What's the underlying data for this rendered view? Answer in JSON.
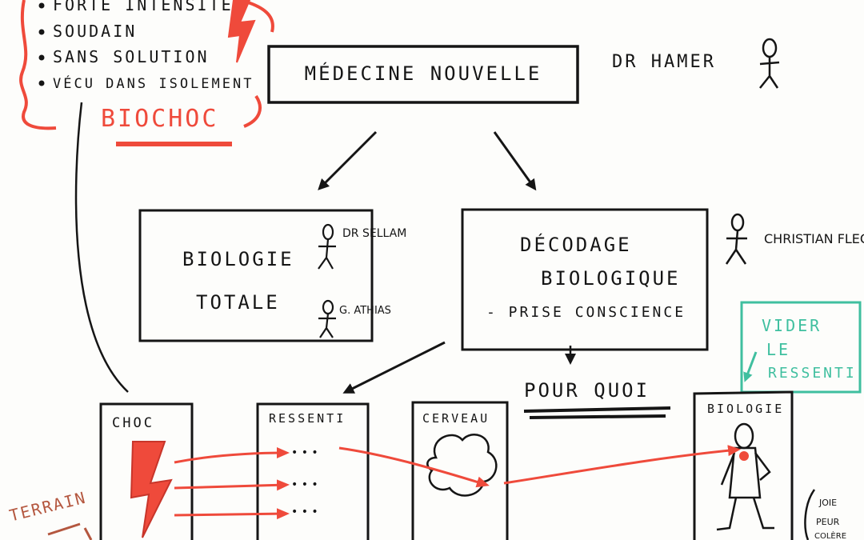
{
  "intro_bullets": [
    "FORTE INTENSITÉ",
    "SOUDAIN",
    "SANS SOLUTION",
    "VÉCU DANS ISOLEMENT"
  ],
  "biochoc_label": "BIOCHOC",
  "top_node": {
    "label": "MÉDECINE NOUVELLE",
    "author": "DR HAMER"
  },
  "left_node": {
    "line1": "BIOLOGIE",
    "line2": "TOTALE",
    "author1": "DR SELLAM",
    "author2": "G. ATHIAS"
  },
  "right_node": {
    "line1": "DÉCODAGE",
    "line2": "BIOLOGIQUE",
    "line3": "- PRISE CONSCIENCE",
    "author": "CHRISTIAN FLECHE"
  },
  "green_note": {
    "line1": "VIDER",
    "line2": "LE",
    "line3": "RESSENTI"
  },
  "why_label": "POUR QUOI",
  "columns": {
    "choc": "CHOC",
    "ressenti": "RESSENTI",
    "cerveau": "CERVEAU",
    "biologie": "BIOLOGIE"
  },
  "ellipsis": "• • •",
  "terrain_label": "TERRAIN",
  "emotions": [
    "JOIE",
    "PEUR",
    "COLÈRE"
  ],
  "colors": {
    "ink": "#151515",
    "red": "#ef4a3b",
    "green": "#3fbf9f",
    "brown": "#b4573f"
  }
}
